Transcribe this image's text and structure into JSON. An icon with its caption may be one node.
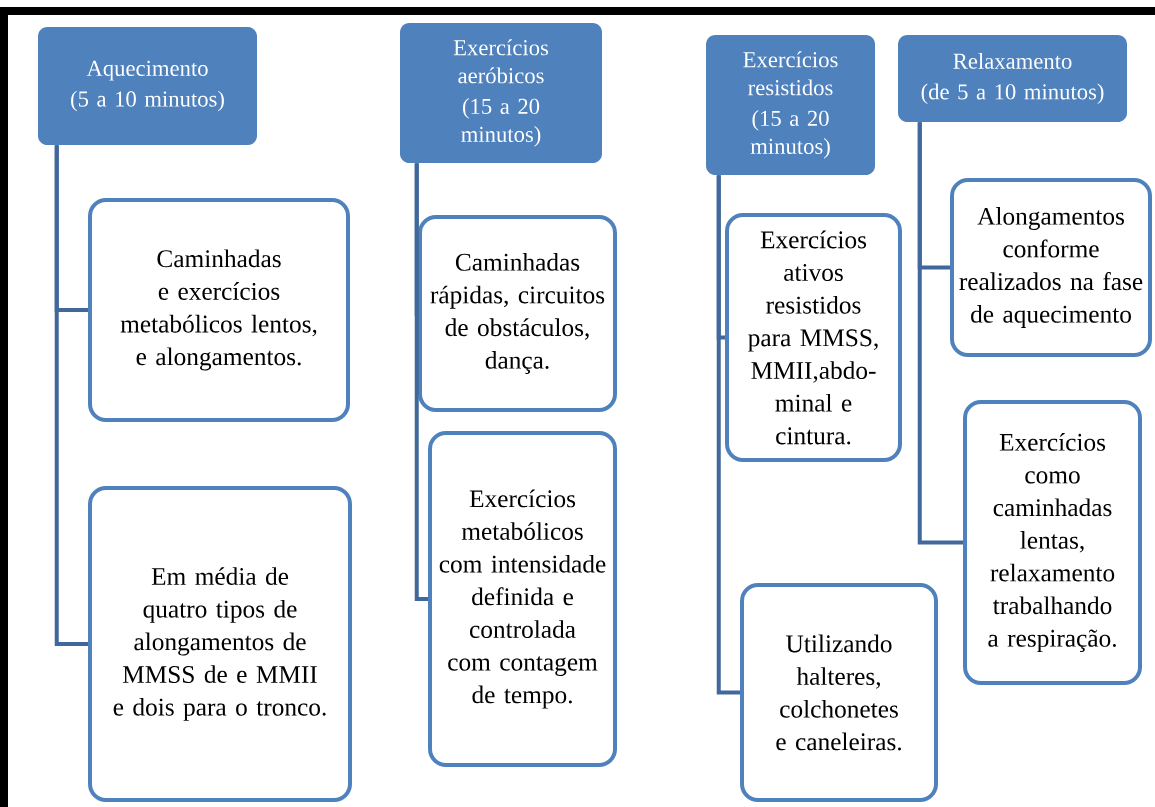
{
  "diagram": {
    "nodes": [
      {
        "text": [
          "Aquecimento",
          "(5 a 10 minutos)"
        ]
      },
      {
        "text": [
          "Caminhadas e exercícios metabólicos lentos, e alongamentos."
        ]
      },
      {
        "text": [
          "Em média de quatro tipos de alongamentos de MMSS de e MMII e dois para o tronco."
        ]
      },
      {
        "text": [
          "Exercícios aeróbicos",
          "(15 a 20 minutos)"
        ]
      },
      {
        "text": [
          "Caminhadas rápidas, circuitos de obstáculos, dança."
        ]
      },
      {
        "text": [
          "Exercícios metabólicos com intensidade definida e controlada com contagem de tempo."
        ]
      },
      {
        "text": [
          "Exercícios resistidos",
          "(15 a 20 minutos)"
        ]
      },
      {
        "text": [
          "Exercícios ativos resistidos para MMSS, MMII,abdo- minal e cintura."
        ]
      },
      {
        "text": [
          "Utilizando halteres, colchonetes e caneleiras."
        ]
      },
      {
        "text": [
          "Relaxamento",
          "(de 5 a 10 minutos)"
        ]
      },
      {
        "text": [
          "Alongamentos conforme realizados na fase de aquecimento"
        ]
      },
      {
        "text": [
          "Exercícios como caminhadas lentas, relaxamento trabalhando a respiração."
        ]
      }
    ],
    "edges": [
      {
        "from": 0,
        "to": 1,
        "arrow": "none"
      },
      {
        "from": 0,
        "to": 2,
        "arrow": "none"
      },
      {
        "from": 3,
        "to": 4,
        "arrow": "none"
      },
      {
        "from": 3,
        "to": 5,
        "arrow": "none"
      },
      {
        "from": 6,
        "to": 7,
        "arrow": "none"
      },
      {
        "from": 6,
        "to": 8,
        "arrow": "none"
      },
      {
        "from": 9,
        "to": 10,
        "arrow": "none"
      },
      {
        "from": 9,
        "to": 11,
        "arrow": "none"
      }
    ]
  }
}
